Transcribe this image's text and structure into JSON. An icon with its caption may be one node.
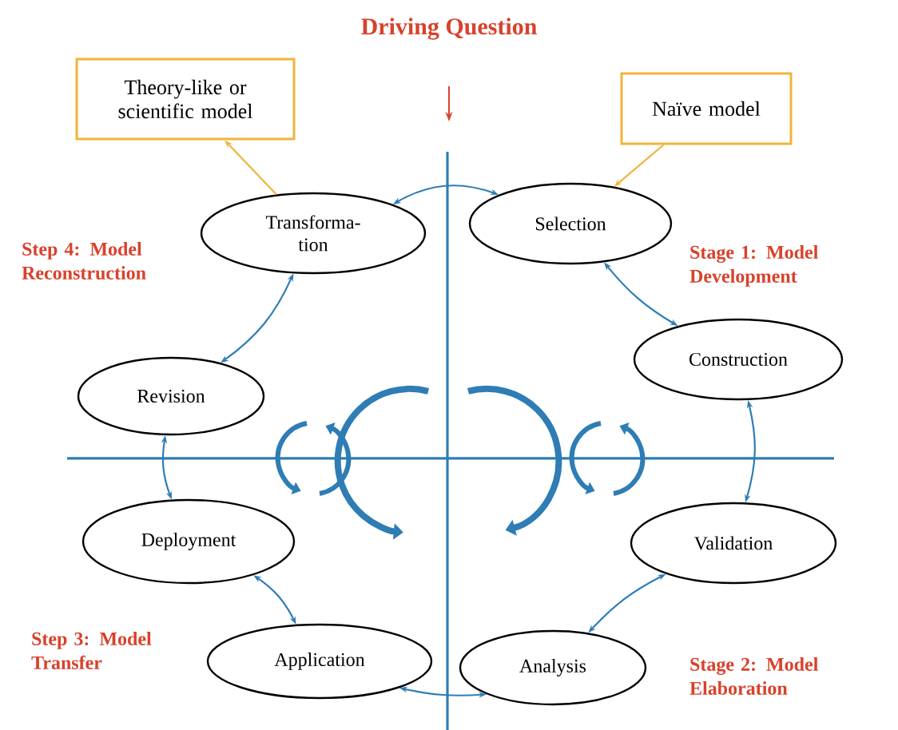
{
  "diagram": {
    "title": "Driving Question",
    "nodes": [
      {
        "text": [
          "Theory-like or scientific model"
        ]
      },
      {
        "text": [
          "Naïve model"
        ]
      },
      {
        "text": [
          "Transforma- tion"
        ]
      },
      {
        "text": [
          "Selection"
        ]
      },
      {
        "text": [
          "Revision"
        ]
      },
      {
        "text": [
          "Construction"
        ]
      },
      {
        "text": [
          "Deployment"
        ]
      },
      {
        "text": [
          "Validation"
        ]
      },
      {
        "text": [
          "Application"
        ]
      },
      {
        "text": [
          "Analysis"
        ]
      }
    ],
    "edges": [
      {
        "from": 2,
        "to": 0,
        "arrow": "to",
        "color": "#f0b43c"
      },
      {
        "from": 1,
        "to": 3,
        "arrow": "to",
        "color": "#f0b43c"
      },
      {
        "from": 2,
        "to": 3,
        "arrow": "both"
      },
      {
        "from": 3,
        "to": 5,
        "arrow": "both"
      },
      {
        "from": 5,
        "to": 7,
        "arrow": "both"
      },
      {
        "from": 7,
        "to": 9,
        "arrow": "both"
      },
      {
        "from": 9,
        "to": 8,
        "arrow": "both"
      },
      {
        "from": 8,
        "to": 6,
        "arrow": "both"
      },
      {
        "from": 6,
        "to": 4,
        "arrow": "both"
      },
      {
        "from": 4,
        "to": 2,
        "arrow": "both"
      }
    ],
    "labels": [
      "Step 4: Model Reconstruction",
      "Stage 1: Model Development",
      "Step 3: Model Transfer",
      "Stage 2: Model Elaboration"
    ]
  }
}
